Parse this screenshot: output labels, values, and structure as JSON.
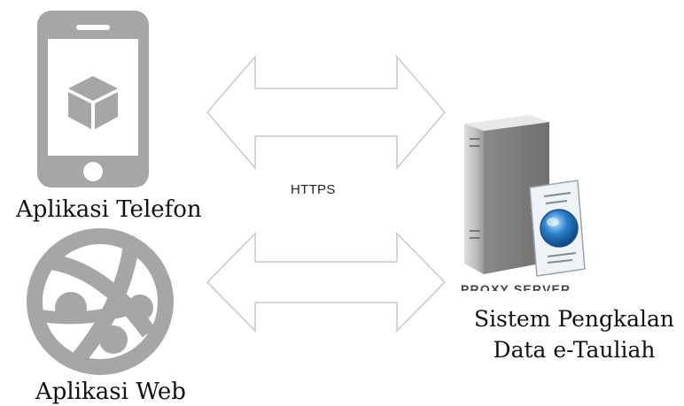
{
  "nodes": {
    "phone_app": {
      "label": "Aplikasi Telefon",
      "icon": "mobile-phone-box-icon"
    },
    "web_app": {
      "label": "Aplikasi Web",
      "icon": "globe-network-icon"
    },
    "server": {
      "label_line1": "Sistem Pengkalan",
      "label_line2": "Data e-Tauliah",
      "icon": "server-with-certificate-icon",
      "caption_clipped": "PROXY SERVER"
    }
  },
  "connection": {
    "protocol": "HTTPS",
    "arrow_style": "double-headed-outline"
  },
  "colors": {
    "icon_gray": "#a6a6a6",
    "arrow_outline": "#c8c8c8",
    "globe_blue": "#2a7fc9"
  }
}
